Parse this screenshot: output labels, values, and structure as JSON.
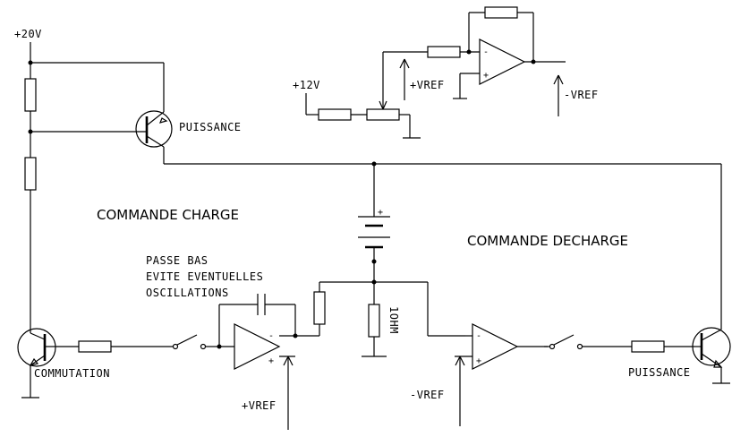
{
  "labels": {
    "v20": "+20V",
    "v12": "+12V",
    "vref_top": "+VREF",
    "mvref_top": "-VREF",
    "puissance_top": "PUISSANCE",
    "commande_charge": "COMMANDE CHARGE",
    "commande_decharge": "COMMANDE DECHARGE",
    "passe_bas": "PASSE BAS",
    "evite": "EVITE EVENTUELLES",
    "oscillations": "OSCILLATIONS",
    "ohm": "1OHM",
    "commutation": "COMMUTATION",
    "puissance_right": "PUISSANCE",
    "vref_bottom": "+VREF",
    "mvref_bottom": "-VREF"
  },
  "symbols": {
    "minus": "-",
    "plus": "+"
  }
}
